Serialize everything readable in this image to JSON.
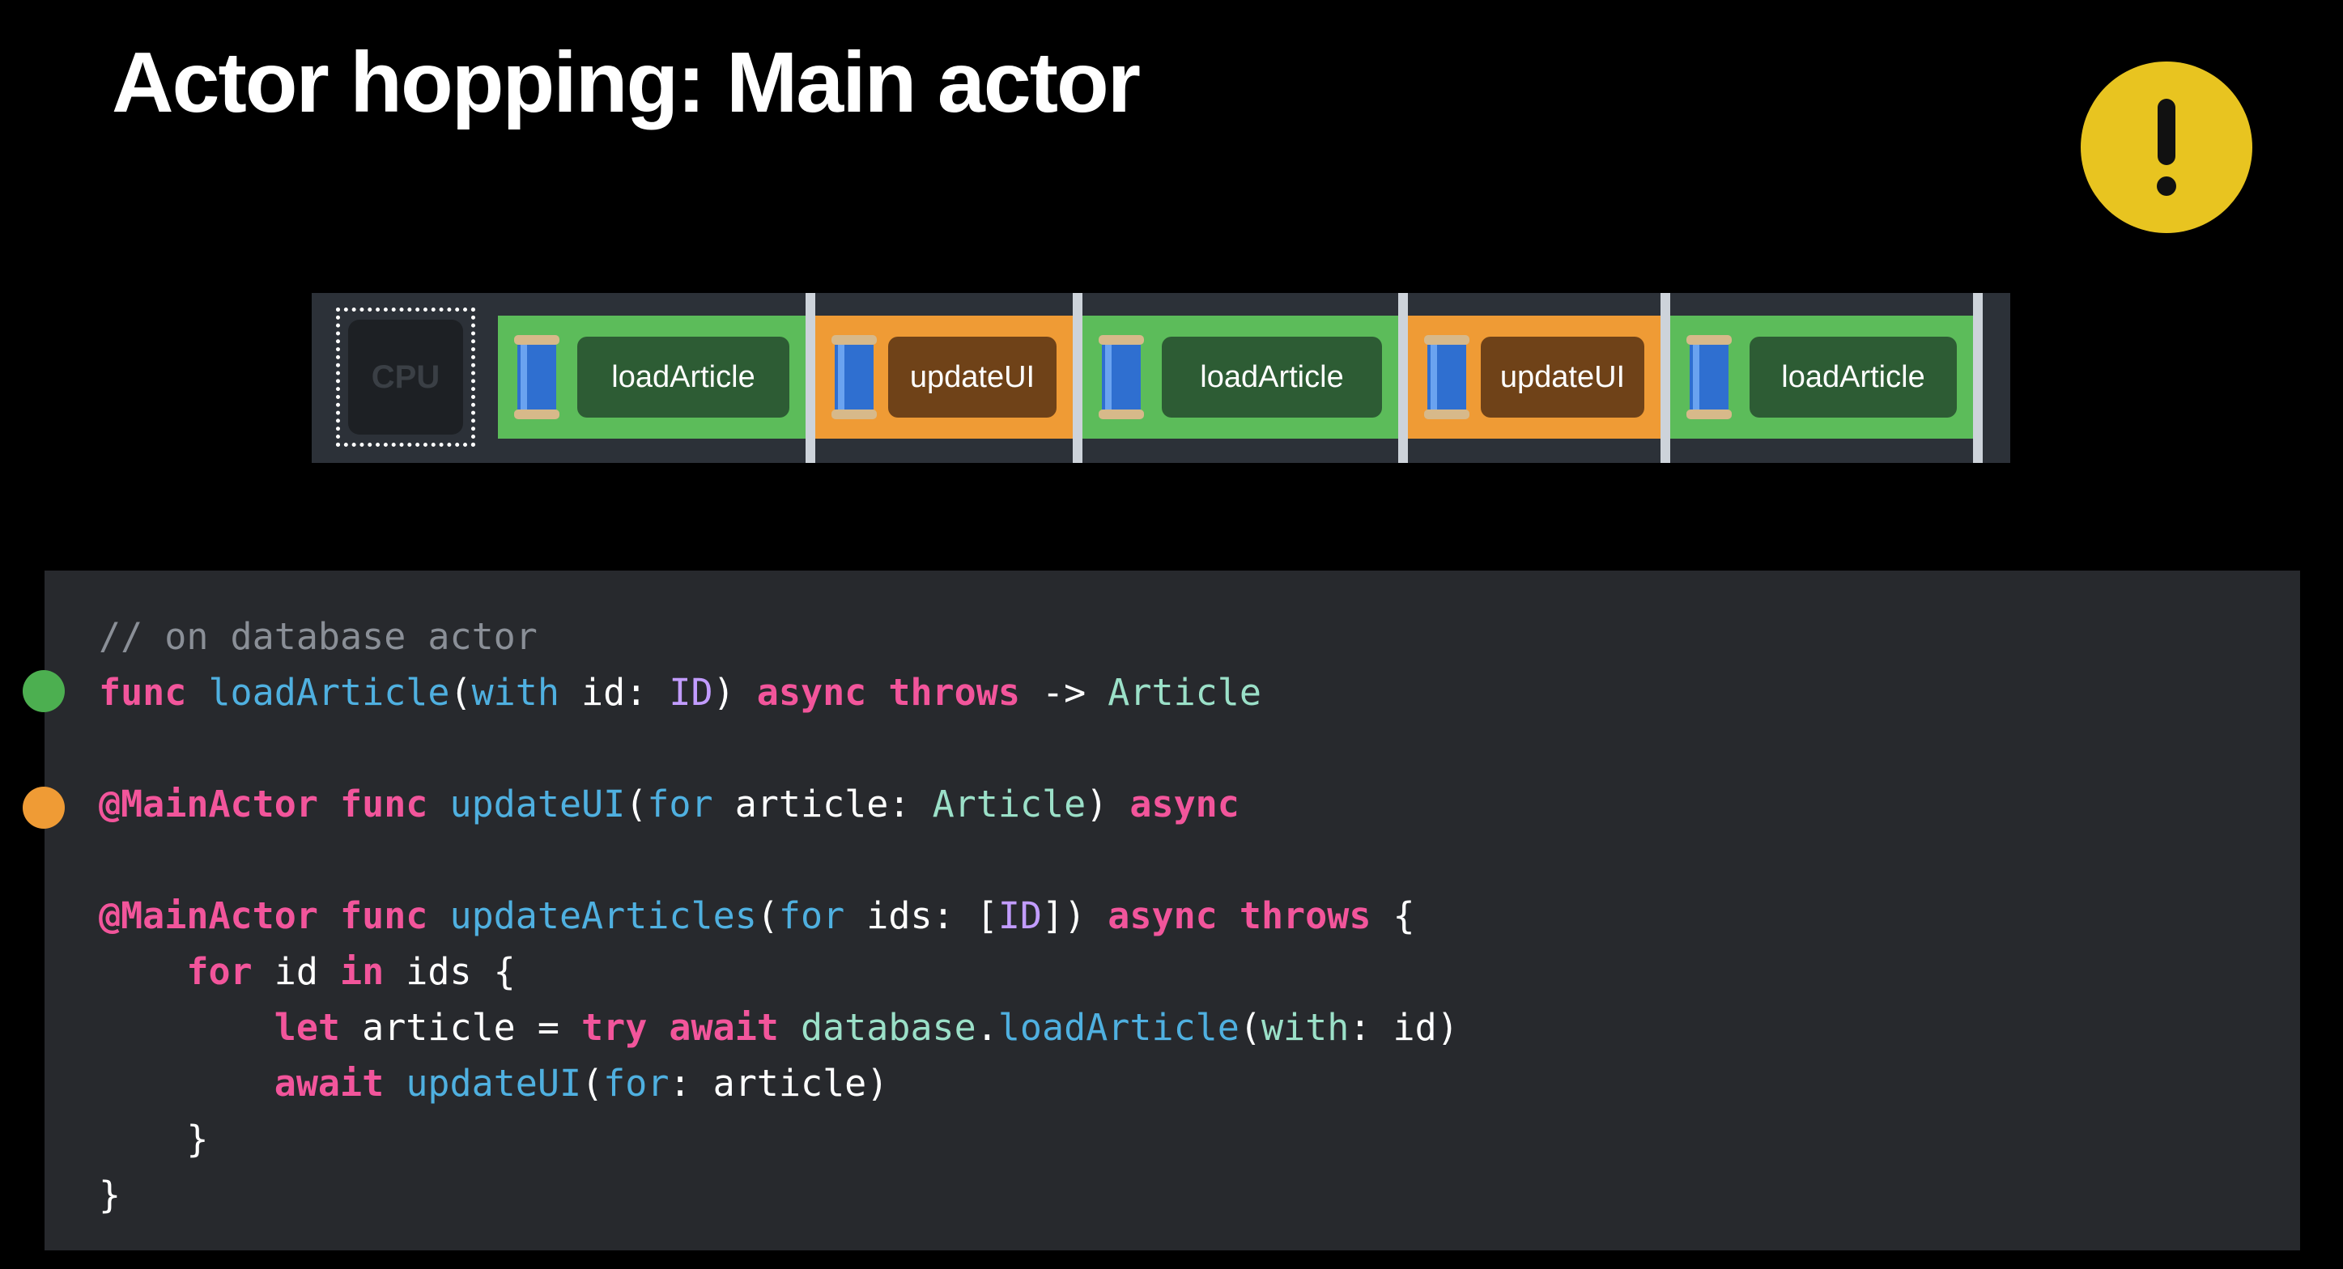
{
  "slide": {
    "title": "Actor hopping: Main actor"
  },
  "icons": {
    "warning": "exclamation-icon",
    "spool": "thread-spool-icon",
    "cpu": "cpu-icon"
  },
  "colors": {
    "background": "#000000",
    "warning": "#e8c420",
    "green_segment": "#5cbc5a",
    "green_label": "#2d5c34",
    "orange_segment": "#ef9b35",
    "orange_label": "#6f4218",
    "code_panel": "#27292d",
    "keyword": "#f2559b",
    "function": "#4fb0e0",
    "type": "#9be0c8",
    "comment": "#8a8f97"
  },
  "timeline": {
    "cpu_label": "CPU",
    "segments": [
      {
        "label": "loadArticle",
        "kind": "green"
      },
      {
        "label": "updateUI",
        "kind": "orange"
      },
      {
        "label": "loadArticle",
        "kind": "green"
      },
      {
        "label": "updateUI",
        "kind": "orange"
      },
      {
        "label": "loadArticle",
        "kind": "green"
      }
    ]
  },
  "code": {
    "comment": "// on database actor",
    "line1": {
      "kw_func": "func",
      "name": "loadArticle",
      "p1": "(",
      "label": "with",
      "p2": " id: ",
      "type": "ID",
      "p3": ") ",
      "kw_async": "async",
      "kw_throws": "throws",
      "arrow": " -> ",
      "ret": "Article"
    },
    "line2": {
      "attr": "@MainActor",
      "kw_func": "func",
      "name": "updateUI",
      "p1": "(",
      "label": "for",
      "p2": " article: ",
      "type": "Article",
      "p3": ") ",
      "kw_async": "async"
    },
    "line3": {
      "attr": "@MainActor",
      "kw_func": "func",
      "name": "updateArticles",
      "p1": "(",
      "label": "for",
      "p2": " ids: [",
      "type": "ID",
      "p3": "]) ",
      "kw_async": "async",
      "kw_throws": "throws",
      "p4": " {"
    },
    "line4": {
      "kw_for": "for",
      "p1": " id ",
      "kw_in": "in",
      "p2": " ids {"
    },
    "line5": {
      "kw_let": "let",
      "p1": " article = ",
      "kw_try": "try",
      "kw_await": "await",
      "obj": "database",
      "dot": ".",
      "call": "loadArticle",
      "p2": "(",
      "label": "with",
      "p3": ": id)"
    },
    "line6": {
      "kw_await": "await",
      "call": "updateUI",
      "p1": "(",
      "label": "for",
      "p2": ": article)"
    },
    "line7": "}",
    "line8": "}"
  }
}
